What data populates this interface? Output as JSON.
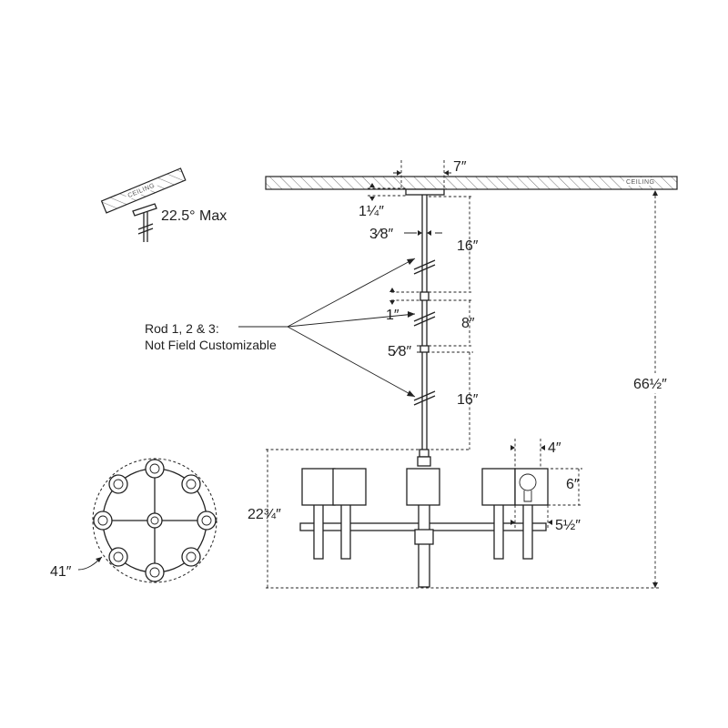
{
  "ceiling": {
    "label": "CEILING",
    "small_label": "CEILING"
  },
  "slope": {
    "label": "22.5° Max"
  },
  "note": {
    "line1": "Rod 1, 2 & 3:",
    "line2": "Not Field Customizable"
  },
  "dimensions": {
    "canopy_width": "7″",
    "canopy_height": "1¼″",
    "rod_diameter": "3⁄8″",
    "rod1_length": "16″",
    "coupler_1": "1″",
    "rod2_length": "8″",
    "coupler_2": "5⁄8″",
    "rod3_length": "16″",
    "overall_height": "66½″",
    "fixture_height": "22¾″",
    "shade_top": "4″",
    "shade_height": "6″",
    "shade_bottom": "5½″",
    "diameter": "41″"
  },
  "colors": {
    "line": "#222222",
    "hatch": "#555555",
    "background": "#ffffff"
  }
}
